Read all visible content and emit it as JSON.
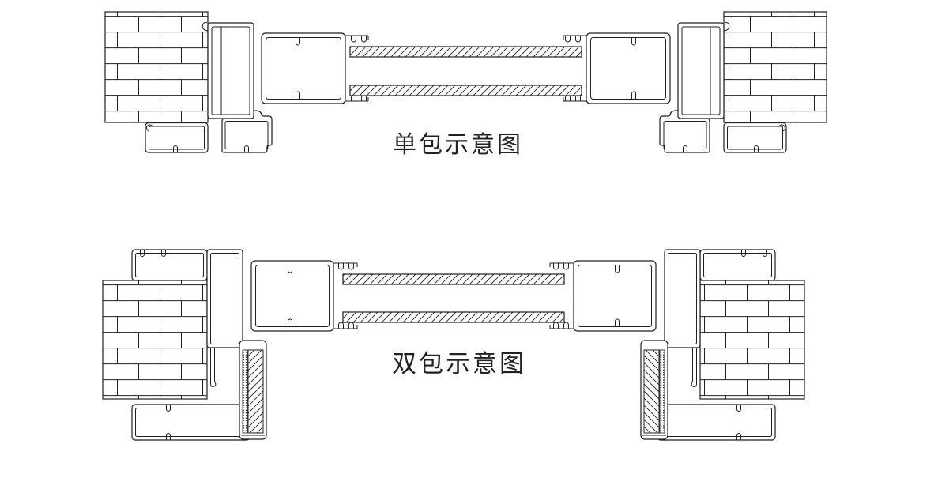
{
  "colors": {
    "background": "#ffffff",
    "line": "#1f1f1f",
    "text": "#222222"
  },
  "diagrams": [
    {
      "id": "single-wrap",
      "label": "单包示意图"
    },
    {
      "id": "double-wrap",
      "label": "双包示意图"
    }
  ]
}
